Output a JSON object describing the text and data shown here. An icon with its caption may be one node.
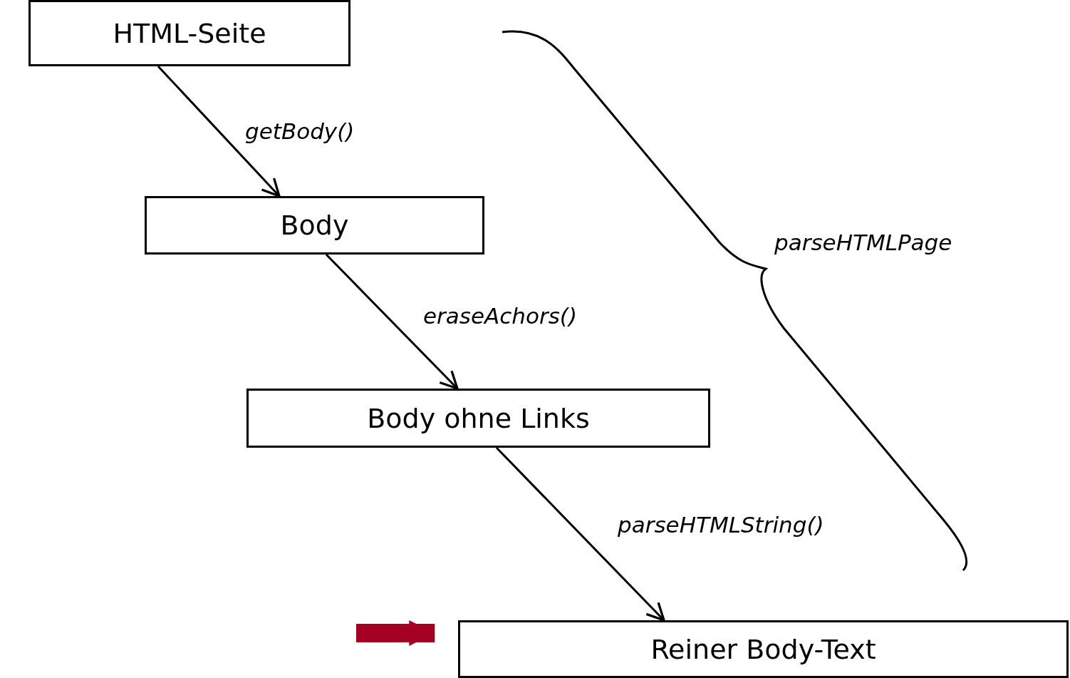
{
  "diagram": {
    "nodes": [
      {
        "text": [
          "HTML-Seite"
        ]
      },
      {
        "text": [
          "Body"
        ]
      },
      {
        "text": [
          "Body ohne Links"
        ]
      },
      {
        "text": [
          "Reiner Body-Text"
        ]
      }
    ],
    "edges": [
      {
        "from": 0,
        "to": 1,
        "arrow": "to",
        "label": "getBody()"
      },
      {
        "from": 1,
        "to": 2,
        "arrow": "to",
        "label": "eraseAchors()"
      },
      {
        "from": 2,
        "to": 3,
        "arrow": "to",
        "label": "parseHTMLString()"
      },
      {
        "from": null,
        "to": 3,
        "arrow": "to",
        "style": "thick",
        "color": "#a50021"
      }
    ],
    "labels": [
      "parseHTMLPage"
    ]
  }
}
